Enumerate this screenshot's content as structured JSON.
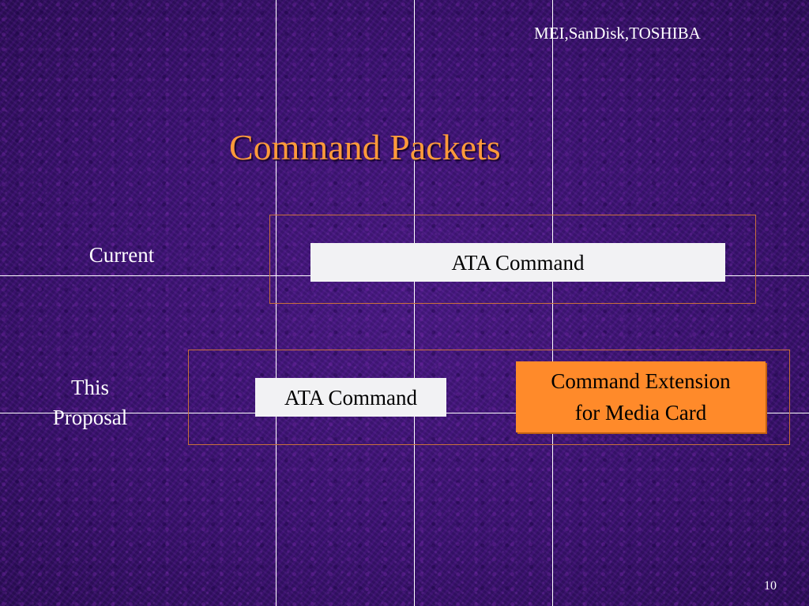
{
  "slide": {
    "vendor": "MEI,SanDisk,TOSHIBA",
    "title": "Command Packets",
    "page_number": "10"
  },
  "rows": {
    "current": {
      "label": "Current",
      "ata_box": "ATA Command"
    },
    "proposal": {
      "label": "This\nProposal",
      "ata_box": "ATA Command",
      "extension_box": "Command Extension\nfor Media Card"
    }
  },
  "colors": {
    "title": "#ff9a3a",
    "extension_box": "#ff8a2a",
    "frame_border": "#c8703a",
    "background": "#3a1470"
  }
}
